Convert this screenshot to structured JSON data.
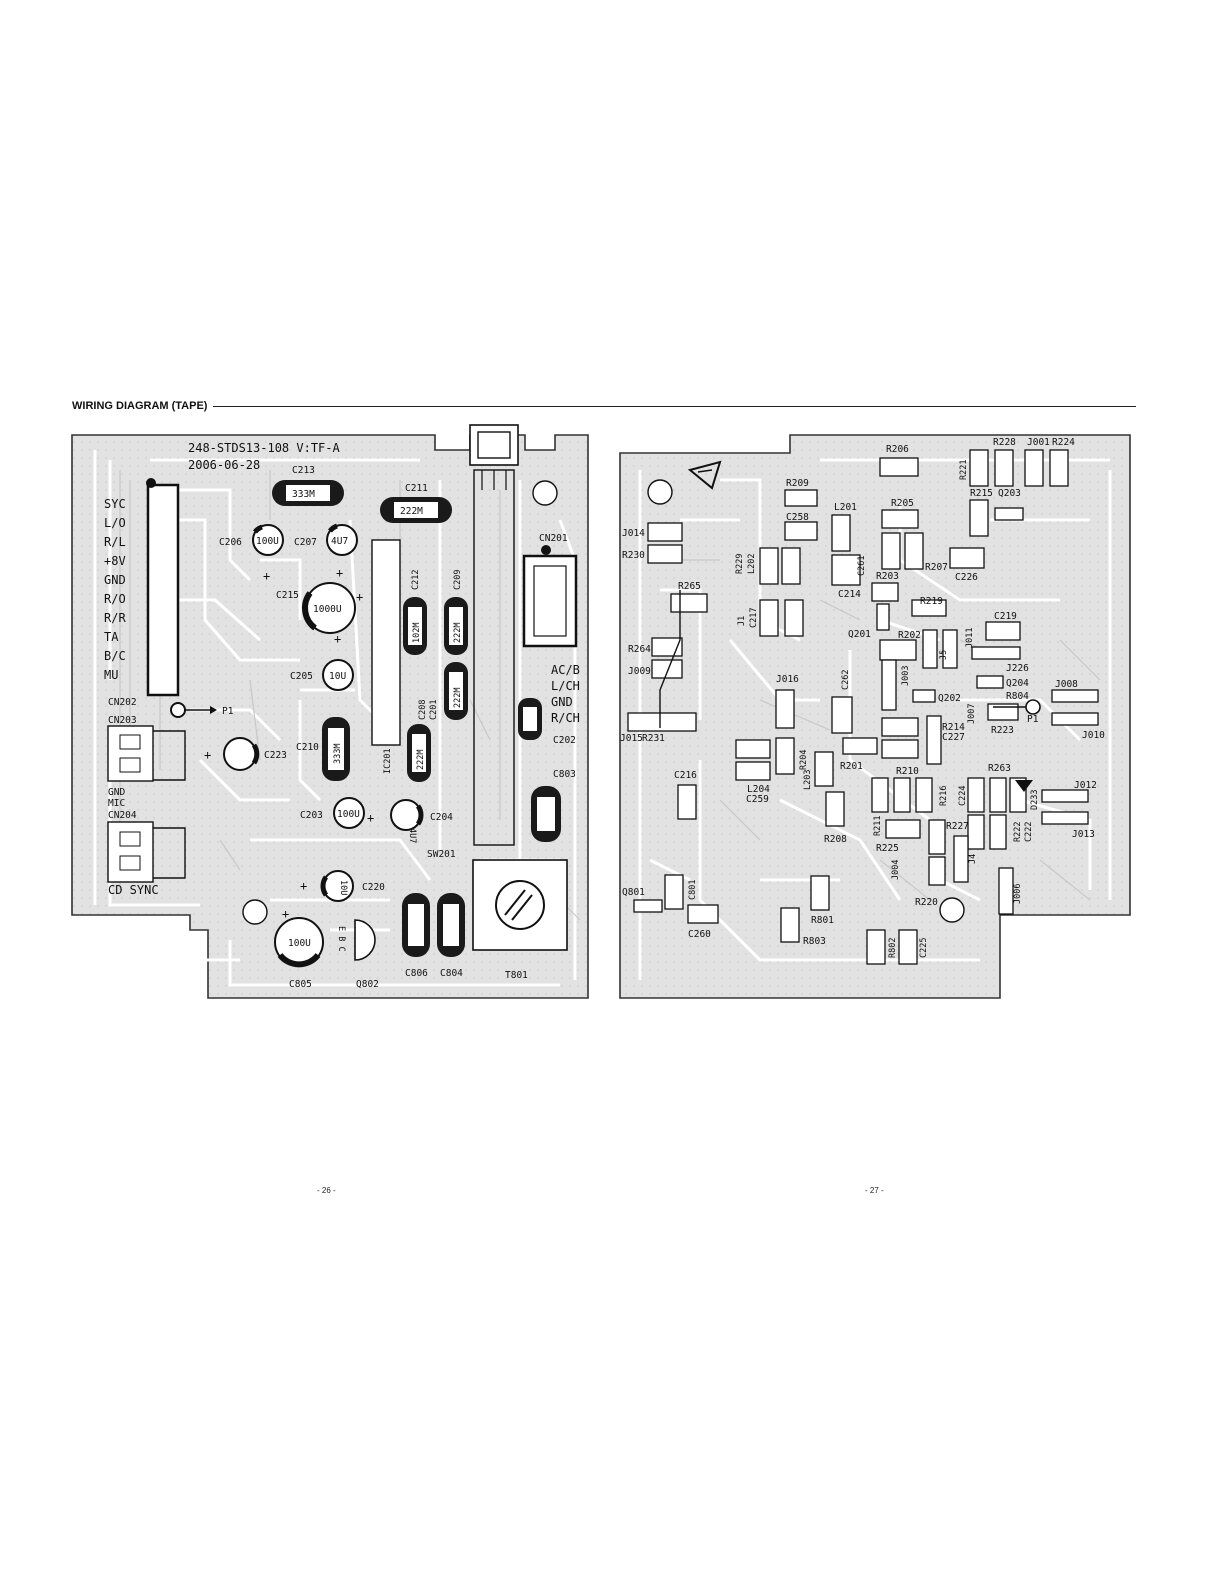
{
  "header": {
    "title": "WIRING DIAGRAM (TAPE)"
  },
  "left_board": {
    "board_id": "248-STDS13-108  V:TF-A",
    "date": "2006-06-28",
    "pins": [
      "SYC",
      "L/O",
      "R/L",
      "+8V",
      "GND",
      "R/O",
      "R/R",
      "TA",
      "B/C",
      "MU"
    ],
    "cn201_pins": [
      "AC/B",
      "L/CH",
      "GND",
      "R/CH"
    ],
    "labels": {
      "c213": "C213",
      "c213v": "333M",
      "c211": "C211",
      "c211v": "222M",
      "c206": "C206",
      "c206v": "100U",
      "c207": "C207",
      "c207v": "4U7",
      "c215": "C215",
      "c215v": "1000U",
      "c205": "C205",
      "c205v": "10U",
      "c212": "C212",
      "c212v": "102M",
      "c209": "C209",
      "c209v": "222M",
      "c208": "C208",
      "c201": "C201",
      "c201v": "222M",
      "c210": "C210",
      "c210v": "333M",
      "ic201": "IC201",
      "c202": "C202",
      "c803": "C803",
      "c223": "C223",
      "cv222": "222M",
      "c203": "C203",
      "c203v": "100U",
      "c204": "C204",
      "c204v": "4U7",
      "sw201": "SW201",
      "c220": "C220",
      "c220v": "10U",
      "c805": "C805",
      "c805v": "100U",
      "q802": "Q802",
      "ebc": "E B C",
      "c806": "C806",
      "c804": "C804",
      "t801": "T801",
      "cn201": "CN201",
      "cn202": "CN202",
      "cn203": "CN203",
      "cn204": "CN204",
      "p1": "P1",
      "gnd": "GND",
      "mic": "MIC",
      "cdsync": "CD SYNC"
    }
  },
  "right_board": {
    "labels": {
      "r206": "R206",
      "r228": "R228",
      "j001": "J001",
      "r224": "R224",
      "r221": "R221",
      "r215": "R215",
      "q203": "Q203",
      "r209": "R209",
      "c258": "C258",
      "l201": "L201",
      "r205": "R205",
      "j014": "J014",
      "r230": "R230",
      "r229": "R229",
      "l202": "L202",
      "c261": "C261",
      "r203": "R203",
      "r207": "R207",
      "c226": "C226",
      "r265": "R265",
      "c214": "C214",
      "r219": "R219",
      "j1": "J1",
      "c217": "C217",
      "c219": "C219",
      "q201": "Q201",
      "r202": "R202",
      "j011": "J011",
      "j5": "J5",
      "r264": "R264",
      "j009": "J009",
      "j016": "J016",
      "c262": "C262",
      "j003": "J003",
      "j226": "J226",
      "q204": "Q204",
      "r804": "R804",
      "j008": "J008",
      "q202": "Q202",
      "p1": "P1",
      "r214": "R214",
      "j007": "J007",
      "c227": "C227",
      "r223": "R223",
      "j010": "J010",
      "j015": "J015",
      "r231": "R231",
      "r204": "R204",
      "r201": "R201",
      "l203": "L203",
      "c216": "C216",
      "l204": "L204",
      "c259": "C259",
      "r210": "R210",
      "r216": "R216",
      "c224": "C224",
      "r263": "R263",
      "d233": "D233",
      "j012": "J012",
      "r208": "R208",
      "r211": "R211",
      "r227": "R227",
      "r222": "R222",
      "c222": "C222",
      "j013": "J013",
      "r225": "R225",
      "j4": "J4",
      "j004": "J004",
      "q801": "Q801",
      "c801": "C801",
      "r220": "R220",
      "j006": "J006",
      "r801": "R801",
      "c260": "C260",
      "r803": "R803",
      "r802": "R802",
      "c225": "C225"
    }
  },
  "pages": {
    "left": "- 26 -",
    "right": "- 27 -"
  }
}
